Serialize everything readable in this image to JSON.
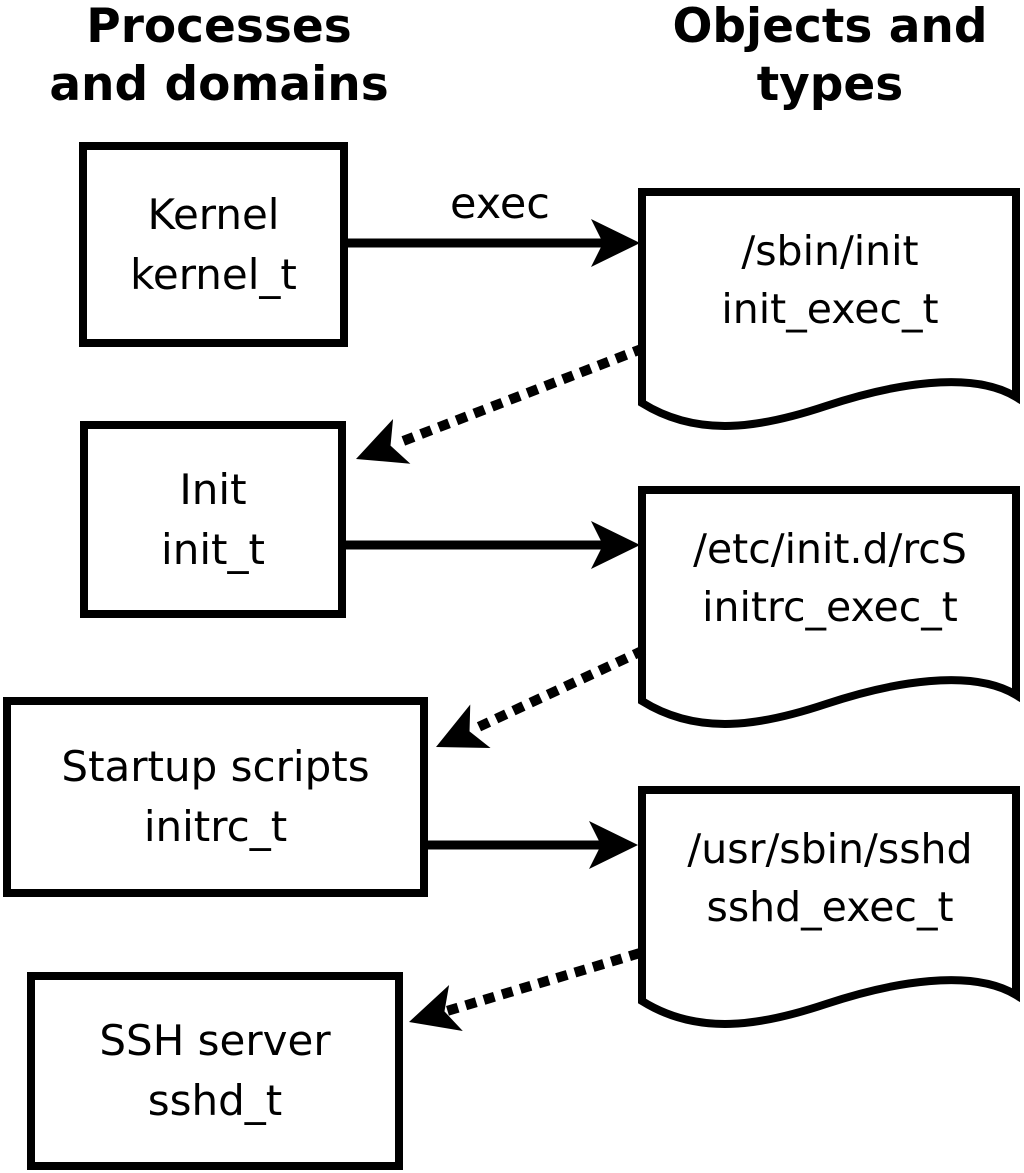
{
  "headers": {
    "left": {
      "line1": "Processes",
      "line2": "and domains"
    },
    "right": {
      "line1": "Objects and",
      "line2": "types"
    }
  },
  "processes": [
    {
      "label": "Kernel",
      "type": "kernel_t"
    },
    {
      "label": "Init",
      "type": "init_t"
    },
    {
      "label": "Startup scripts",
      "type": "initrc_t"
    },
    {
      "label": "SSH server",
      "type": "sshd_t"
    }
  ],
  "objects": [
    {
      "path": "/sbin/init",
      "type": "init_exec_t"
    },
    {
      "path": "/etc/init.d/rcS",
      "type": "initrc_exec_t"
    },
    {
      "path": "/usr/sbin/sshd",
      "type": "sshd_exec_t"
    }
  ],
  "arrows": {
    "exec_label": "exec"
  },
  "colors": {
    "ink": "#000000",
    "background": "#ffffff"
  }
}
